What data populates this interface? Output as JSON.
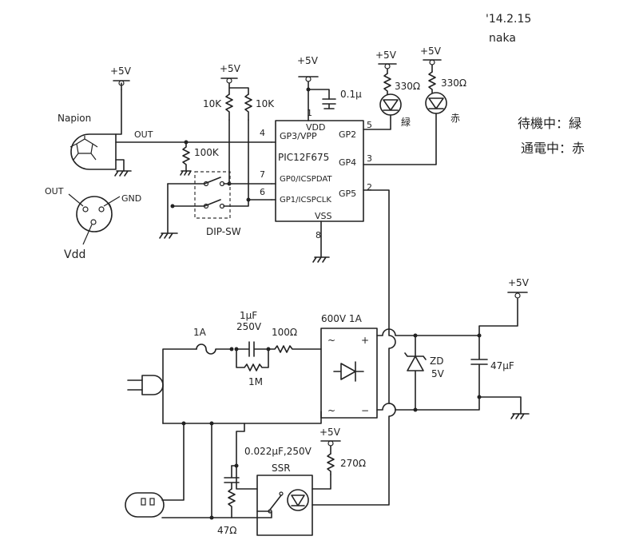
{
  "header": {
    "date": "'14.2.15",
    "author": "naka"
  },
  "legend": [
    {
      "text": "待機中：緑"
    },
    {
      "text": "通電中：赤"
    }
  ],
  "supplies": {
    "vplus": "+5V"
  },
  "sensor": {
    "name": "Napion",
    "out_label": "OUT",
    "pin_out": "OUT",
    "pin_gnd": "GND",
    "pin_vdd": "Vdd"
  },
  "resistors": {
    "r10k_a": "10K",
    "r10k_b": "10K",
    "r100k": "100K",
    "r330_a": "330Ω",
    "r330_b": "330Ω",
    "r100": "100Ω",
    "r1m": "1M",
    "r270": "270Ω",
    "r47": "47Ω"
  },
  "caps": {
    "c01u": "0.1μ",
    "c1u": "1μF",
    "c1u_v": "250V",
    "c47u": "47μF",
    "c0022": "0.022μF,250V"
  },
  "ic": {
    "name": "PIC12F675",
    "vdd": "VDD",
    "vss": "VSS",
    "pins": {
      "gp3": "GP3/VPP",
      "gp0": "GP0/ICSPDAT",
      "gp1": "GP1/ICSPCLK",
      "gp2": "GP2",
      "gp4": "GP4",
      "gp5": "GP5"
    },
    "pin_numbers": {
      "p1": "1",
      "p2": "2",
      "p3": "3",
      "p4": "4",
      "p5": "5",
      "p6": "6",
      "p7": "7",
      "p8": "8"
    }
  },
  "leds": {
    "green": "緑",
    "red": "赤"
  },
  "dipsw": "DIP-SW",
  "power": {
    "fuse": "1A",
    "bridge": "600V 1A",
    "zener_a": "ZD",
    "zener_b": "5V"
  },
  "ssr": {
    "label": "SSR"
  }
}
